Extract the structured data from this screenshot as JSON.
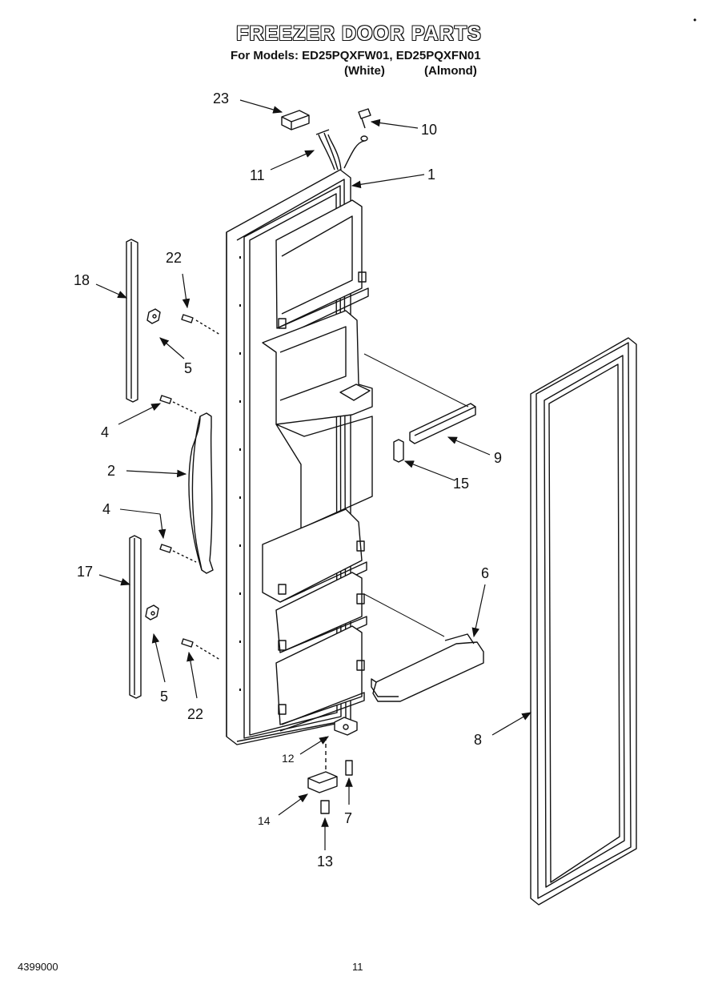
{
  "header": {
    "title": "FREEZER DOOR PARTS",
    "models_line": "For Models: ED25PQXFW01, ED25PQXFN01",
    "color_white": "(White)",
    "color_almond": "(Almond)"
  },
  "footer": {
    "doc_number": "4399000",
    "page_number": "11"
  },
  "callouts": {
    "c1": "1",
    "c2": "2",
    "c4a": "4",
    "c4b": "4",
    "c5a": "5",
    "c5b": "5",
    "c6": "6",
    "c7": "7",
    "c8": "8",
    "c9": "9",
    "c10": "10",
    "c11": "11",
    "c12": "12",
    "c13": "13",
    "c14": "14",
    "c15": "15",
    "c17": "17",
    "c18": "18",
    "c22a": "22",
    "c22b": "22",
    "c23": "23"
  }
}
